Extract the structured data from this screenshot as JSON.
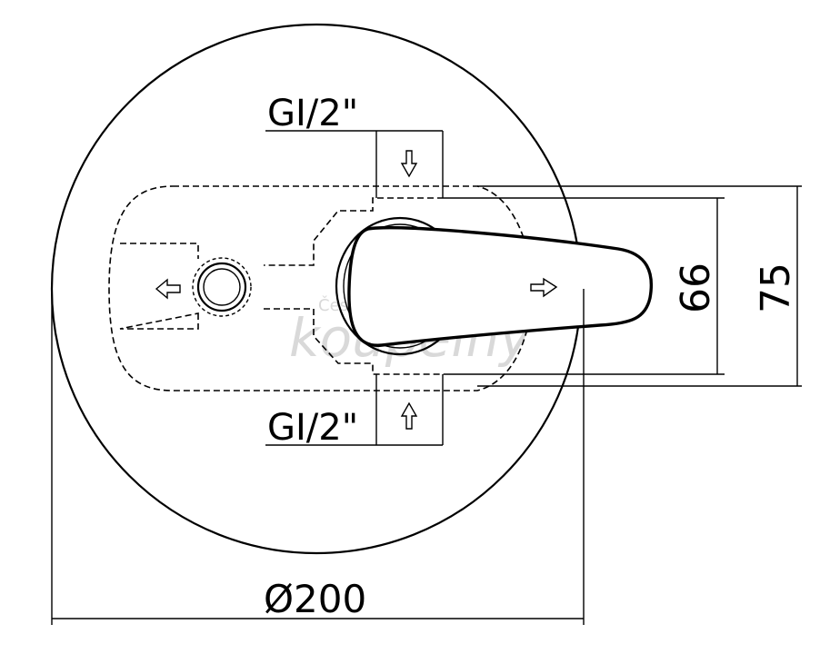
{
  "labels": {
    "inlet_top": "GI/2\"",
    "inlet_bottom": "GI/2\"",
    "dim_inner_height": "66",
    "dim_outer_height": "75",
    "dim_diameter": "Ø200"
  },
  "watermark": {
    "line1": "České",
    "line2": "koupelny"
  }
}
